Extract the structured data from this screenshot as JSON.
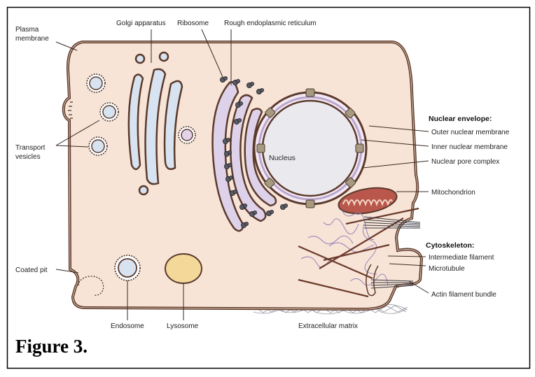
{
  "figure": {
    "caption": "Figure 3.",
    "colors": {
      "cytoplasm": "#f7e4d6",
      "membrane": "#5b3a2c",
      "golgi": "#d8e3f1",
      "er": "#ddd2e9",
      "nucleus": "#eae9ee",
      "lysosome": "#f3d89a",
      "mitochondrion": "#b9574d"
    },
    "labels": {
      "plasma_membrane_line1": "Plasma",
      "plasma_membrane_line2": "membrane",
      "golgi": "Golgi apparatus",
      "ribosome": "Ribosome",
      "rough_er": "Rough endoplasmic reticulum",
      "transport_vesicles_line1": "Transport",
      "transport_vesicles_line2": "vesicles",
      "nucleus": "Nucleus",
      "nuclear_envelope_heading": "Nuclear envelope:",
      "outer_nuclear_membrane": "Outer nuclear membrane",
      "inner_nuclear_membrane": "Inner nuclear membrane",
      "nuclear_pore_complex": "Nuclear pore complex",
      "mitochondrion": "Mitochondrion",
      "cytoskeleton_heading": "Cytoskeleton:",
      "intermediate_filament": "Intermediate filament",
      "microtubule": "Microtubule",
      "actin_filament_bundle": "Actin filament bundle",
      "coated_pit": "Coated pit",
      "endosome": "Endosome",
      "lysosome": "Lysosome",
      "extracellular_matrix": "Extracellular matrix"
    }
  }
}
